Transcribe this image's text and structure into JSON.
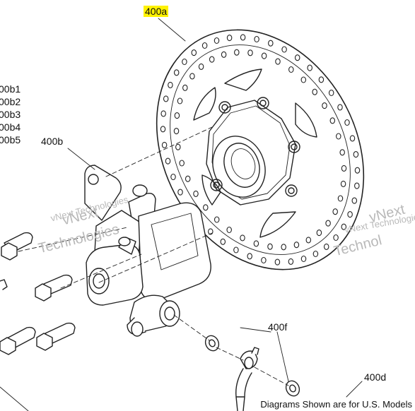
{
  "callouts": {
    "rotor": "400a",
    "caliper": "400b",
    "caliper_subparts": [
      "00b1",
      "00b2",
      "00b3",
      "00b4",
      "00b5"
    ],
    "washer": "400f",
    "hose": "400d"
  },
  "watermark": {
    "line1": "vNext Technologies",
    "line2": "Technologies",
    "big1": "vNext",
    "big2": "Technol"
  },
  "footer": "Diagrams Shown are for U.S. Models",
  "colors": {
    "highlight": "#fff200",
    "line": "#222222",
    "watermark": "#b9b9b9"
  }
}
